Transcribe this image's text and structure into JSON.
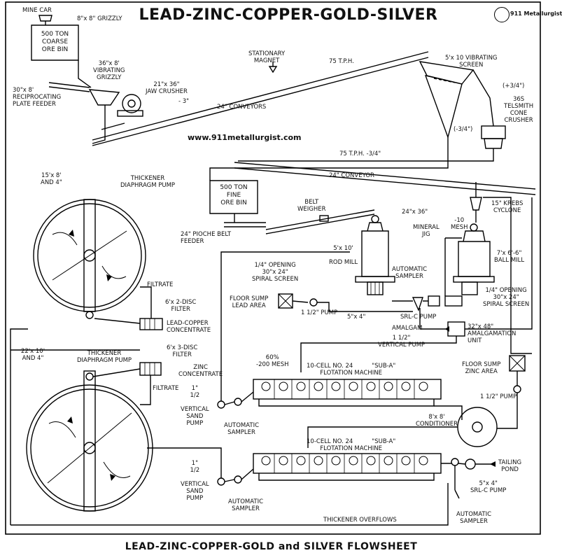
{
  "header": {
    "title": "LEAD-ZINC-COPPER-GOLD-SILVER",
    "logo_text": "911 Metallurgist",
    "website": "www.911metallurgist.com"
  },
  "footer": {
    "title": "LEAD-ZINC-COPPER-GOLD and SILVER FLOWSHEET"
  },
  "labels": {
    "mine_car": "MINE CAR",
    "grizzly_8x8": "8\"x 8\" GRIZZLY",
    "coarse_bin": "500 TON\nCOARSE\nORE BIN",
    "vib_grizzly": "36\"x 8'\nVIBRATING\nGRIZZLY",
    "plate_feeder": "30\"x 8'\nRECIPROCATING\nPLATE FEEDER",
    "jaw_crusher": "21\"x 36\"\nJAW CRUSHER",
    "minus_3": "- 3\"",
    "conveyors_24": "24\" CONVEYORS",
    "magnet": "STATIONARY\nMAGNET",
    "tph_75": "75 T.P.H.",
    "vib_screen": "5'x 10 VIBRATING\nSCREEN",
    "plus_3_4": "(+3/4\")",
    "cone_crusher": "36S\nTELSMITH\nCONE\nCRUSHER",
    "minus_3_4": "(-3/4\")",
    "tph_75_minus": "75 T.P.H. -3/4\"",
    "conveyor_24": "24\" CONVEYOR",
    "fine_bin": "500 TON\nFINE\nORE BIN",
    "belt_weigher": "BELT\nWEIGHER",
    "pioche_feeder": "24\" PIOCHE BELT\nFEEDER",
    "thickener_1": "15'x 8'\nAND 4\"",
    "diaphragm_pump_1": "THICKENER\nDIAPHRAGM PUMP",
    "rod_mill": "5'x 10'\n\nROD MILL",
    "opening_1_4": "1/4\" OPENING\n30\"x 24\"\nSPIRAL SCREEN",
    "auto_sampler_1": "AUTOMATIC\nSAMPLER",
    "mineral_jig": "MINERAL\nJIG",
    "jig_size": "24\"x 36\"",
    "mesh_10": "-10\nMESH",
    "krebs": "15\" KREBS\nCYCLONE",
    "ball_mill": "7'x 6'-6\"\nBALL MILL",
    "spiral_2": "1/4\" OPENING\n30\"x 24\"\nSPIRAL SCREEN",
    "filtrate_1": "FILTRATE",
    "disc_filter_1": "6'x 2-DISC\nFILTER",
    "lead_copper": "LEAD-COPPER\nCONCENTRATE",
    "floor_sump_lead": "FLOOR SUMP\nLEAD AREA",
    "pump_1_5": "1 1/2\" PUMP",
    "pump_5x4": "5\"x 4\"",
    "srl_c_pump": "SRL-C PUMP",
    "vertical_pump": "1 1/2\"\nVERTICAL PUMP",
    "amalgam": "AMALGAM",
    "amalgamation": "32\"x 48\"\nAMALGAMATION\nUNIT",
    "thickener_2": "22'x 10'\nAND 4\"",
    "diaphragm_pump_2": "THICKENER\nDIAPHRAGM PUMP",
    "disc_filter_2": "6'x 3-DISC\nFILTER",
    "zinc_conc": "ZINC\nCONCENTRATE",
    "filtrate_2": "FILTRATE",
    "mesh_200": "60%\n-200 MESH",
    "flot_1": "10-CELL NO. 24          \"SUB-A\"\nFLOTATION MACHINE",
    "floor_sump_zinc": "FLOOR SUMP\nZINC AREA",
    "pump_1_5_b": "1 1/2\" PUMP",
    "vsp_1": "1\"\n1/2\n\nVERTICAL\nSAND\nPUMP",
    "auto_sampler_2": "AUTOMATIC\nSAMPLER",
    "conditioner": "8'x 8'\nCONDITIONER",
    "flot_2": "10-CELL NO. 24          \"SUB-A\"\nFLOTATION MACHINE",
    "vsp_2": "1\"\n1/2\n\nVERTICAL\nSAND\nPUMP",
    "auto_sampler_3": "AUTOMATIC\nSAMPLER",
    "tailing_pond": "TAILING\nPOND",
    "srl_c_5x4": "5\"x 4\"\nSRL-C PUMP",
    "auto_sampler_4": "AUTOMATIC\nSAMPLER",
    "thickener_overflows": "THICKENER OVERFLOWS"
  }
}
